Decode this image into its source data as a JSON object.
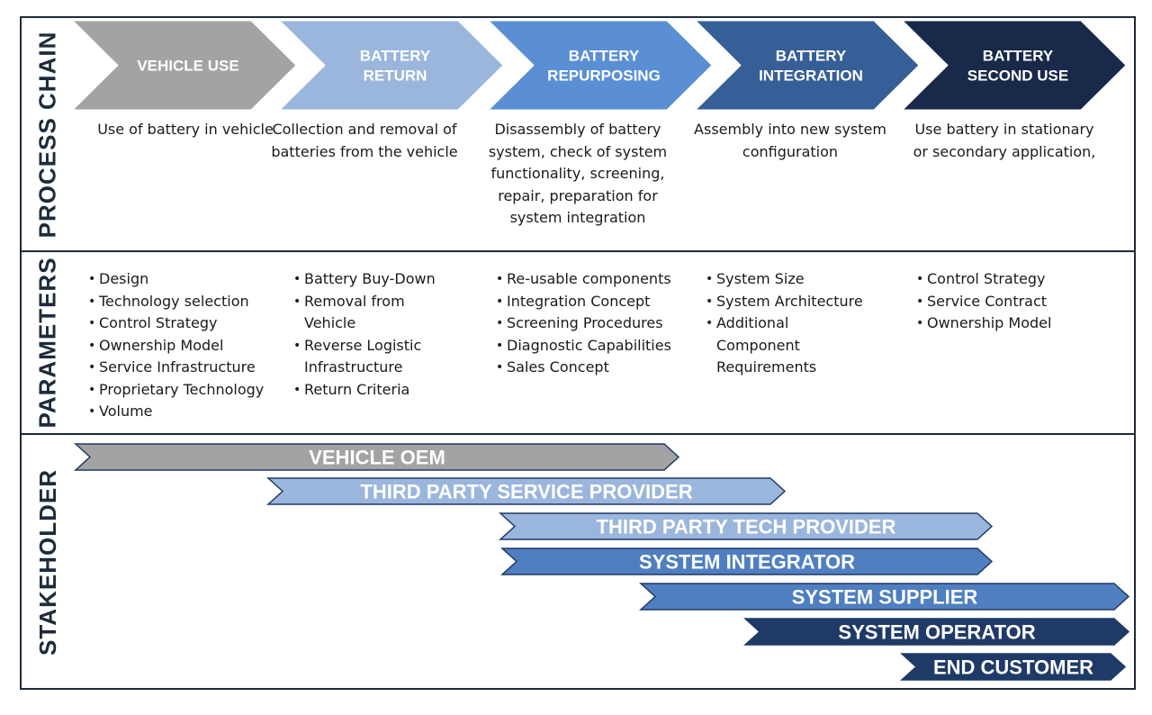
{
  "sections": {
    "process": "PROCESS CHAIN",
    "parameters": "PARAMETERS",
    "stakeholder": "STAKEHOLDER"
  },
  "steps": [
    {
      "title": [
        "VEHICLE USE"
      ],
      "color": "#a3a3a3",
      "description": "Use of battery in vehicle"
    },
    {
      "title": [
        "BATTERY",
        "RETURN"
      ],
      "color": "#9bb6dd",
      "description": "Collection and removal of batteries from the vehicle"
    },
    {
      "title": [
        "BATTERY",
        "REPURPOSING"
      ],
      "color": "#5a8fd4",
      "description": "Disassembly of battery system, check of system functionality, screening, repair, preparation for system integration"
    },
    {
      "title": [
        "BATTERY",
        "INTEGRATION"
      ],
      "color": "#365f97",
      "description": "Assembly into new system configuration"
    },
    {
      "title": [
        "BATTERY",
        "SECOND USE"
      ],
      "color": "#18294a",
      "description": "Use battery in stationary or secondary application,"
    }
  ],
  "parameters": [
    [
      "Design",
      "Technology selection",
      "Control Strategy",
      "Ownership Model",
      "Service Infrastructure",
      "Proprietary Technology",
      "Volume"
    ],
    [
      "Battery Buy-Down",
      "Removal from Vehicle",
      "Reverse Logistic Infrastructure",
      "Return Criteria"
    ],
    [
      "Re-usable components",
      "Integration Concept",
      "Screening Procedures",
      "Diagnostic Capabilities",
      "Sales Concept"
    ],
    [
      "System Size",
      "System Architecture",
      "Additional Component Requirements"
    ],
    [
      "Control Strategy",
      "Service Contract",
      "Ownership Model"
    ]
  ],
  "stakeholders": [
    {
      "label": "VEHICLE OEM",
      "color": "#a3a3a3"
    },
    {
      "label": "THIRD PARTY SERVICE PROVIDER",
      "color": "#9bb6dd"
    },
    {
      "label": "THIRD PARTY TECH PROVIDER",
      "color": "#9bb6dd"
    },
    {
      "label": "SYSTEM INTEGRATOR",
      "color": "#4f7fc0"
    },
    {
      "label": "SYSTEM SUPPLIER",
      "color": "#4f7fc0"
    },
    {
      "label": "SYSTEM OPERATOR",
      "color": "#1f3a66"
    },
    {
      "label": "END CUSTOMER",
      "color": "#1f3a66"
    }
  ]
}
